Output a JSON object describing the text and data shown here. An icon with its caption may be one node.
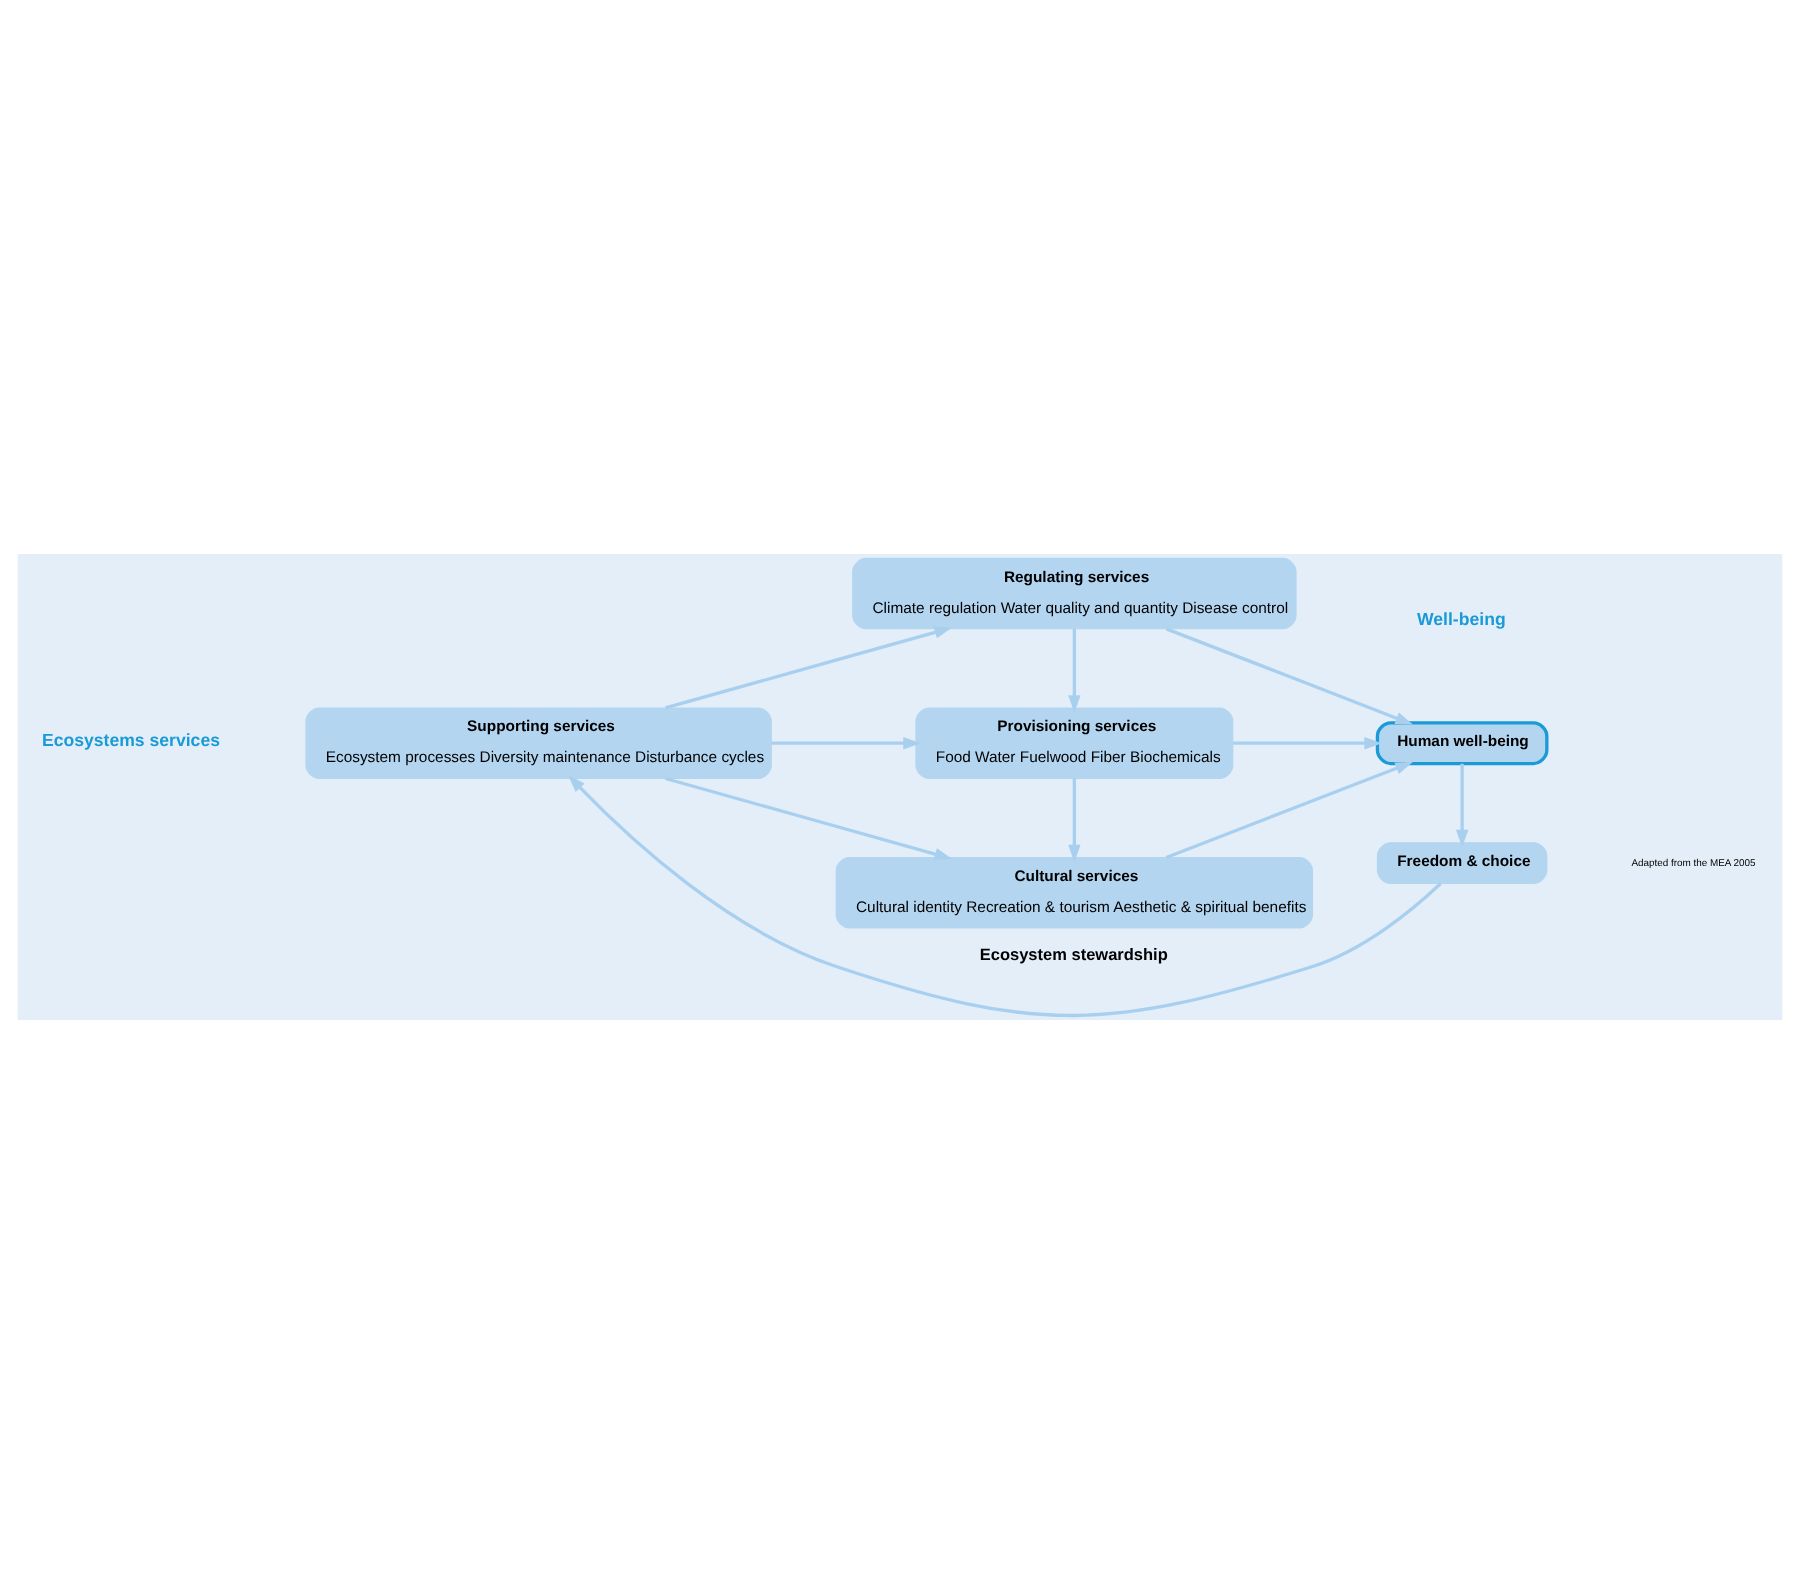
{
  "diagram": {
    "nodes": [
      {
        "text": [
          "Supporting services",
          "Ecosystem processes Diversity maintenance Disturbance cycles"
        ]
      },
      {
        "text": [
          "Regulating services",
          "Climate regulation Water quality and quantity Disease control"
        ]
      },
      {
        "text": [
          "Provisioning services",
          "Food Water Fuelwood Fiber Biochemicals"
        ]
      },
      {
        "text": [
          "Cultural services",
          "Cultural identity Recreation & tourism Aesthetic & spiritual benefits"
        ]
      },
      {
        "text": [
          "Human well-being"
        ]
      },
      {
        "text": [
          "Freedom & choice"
        ]
      }
    ],
    "edges": [
      {
        "from": 0,
        "to": 1,
        "arrow": "to"
      },
      {
        "from": 0,
        "to": 2,
        "arrow": "to"
      },
      {
        "from": 0,
        "to": 3,
        "arrow": "to"
      },
      {
        "from": 1,
        "to": 2,
        "arrow": "to"
      },
      {
        "from": 2,
        "to": 3,
        "arrow": "to"
      },
      {
        "from": 1,
        "to": 4,
        "arrow": "to"
      },
      {
        "from": 2,
        "to": 4,
        "arrow": "to"
      },
      {
        "from": 3,
        "to": 4,
        "arrow": "to"
      },
      {
        "from": 4,
        "to": 5,
        "arrow": "to"
      },
      {
        "from": 5,
        "to": 0,
        "arrow": "to",
        "label": "Ecosystem stewardship"
      }
    ],
    "labels": [
      "Ecosystems services",
      "Well-being",
      "Adapted from the MEA 2005"
    ]
  }
}
